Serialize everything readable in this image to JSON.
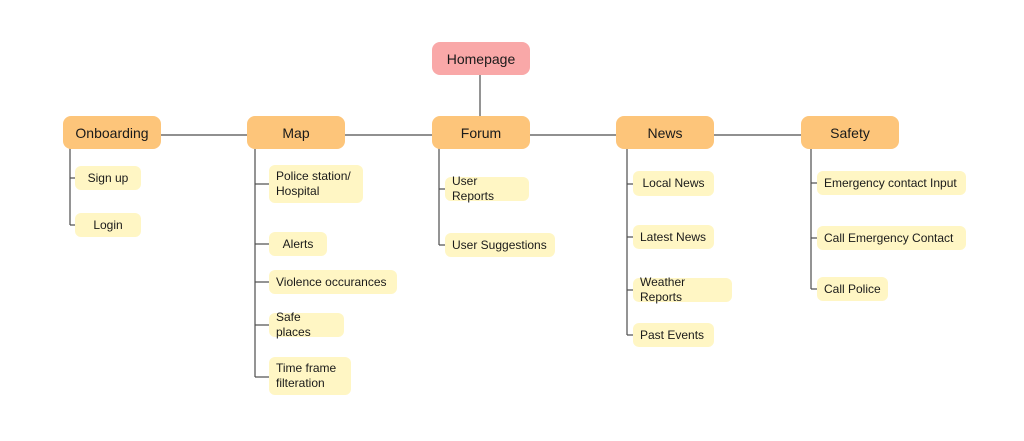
{
  "root": {
    "label": "Homepage"
  },
  "categories": [
    {
      "label": "Onboarding",
      "items": [
        "Sign up",
        "Login"
      ]
    },
    {
      "label": "Map",
      "items": [
        "Police station/\nHospital",
        "Alerts",
        "Violence occurances",
        "Safe places",
        "Time frame\nfilteration"
      ]
    },
    {
      "label": "Forum",
      "items": [
        "User Reports",
        "User Suggestions"
      ]
    },
    {
      "label": "News",
      "items": [
        "Local News",
        "Latest News",
        "Weather Reports",
        "Past Events"
      ]
    },
    {
      "label": "Safety",
      "items": [
        "Emergency contact Input",
        "Call Emergency Contact",
        "Call Police"
      ]
    }
  ],
  "colors": {
    "root": "#f9a8a8",
    "category": "#fdc57a",
    "leaf": "#fff6c4",
    "line": "#4d4d4d"
  }
}
